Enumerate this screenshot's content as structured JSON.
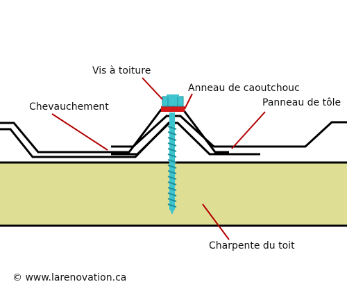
{
  "labels": {
    "roof_screw": "Vis à toiture",
    "rubber_ring": "Anneau de caoutchouc",
    "overlap": "Chevauchement",
    "sheet_panel": "Panneau de tôle",
    "roof_framing": "Charpente du toit"
  },
  "copyright": "© www.larenovation.ca",
  "colors": {
    "background": "#ffffff",
    "framing_fill": "#dede94",
    "metal_line": "#000000",
    "leader_line": "#b30000",
    "screw": "#3ec4cf",
    "screw_dark": "#1e8f99",
    "washer": "#d41a1a"
  }
}
